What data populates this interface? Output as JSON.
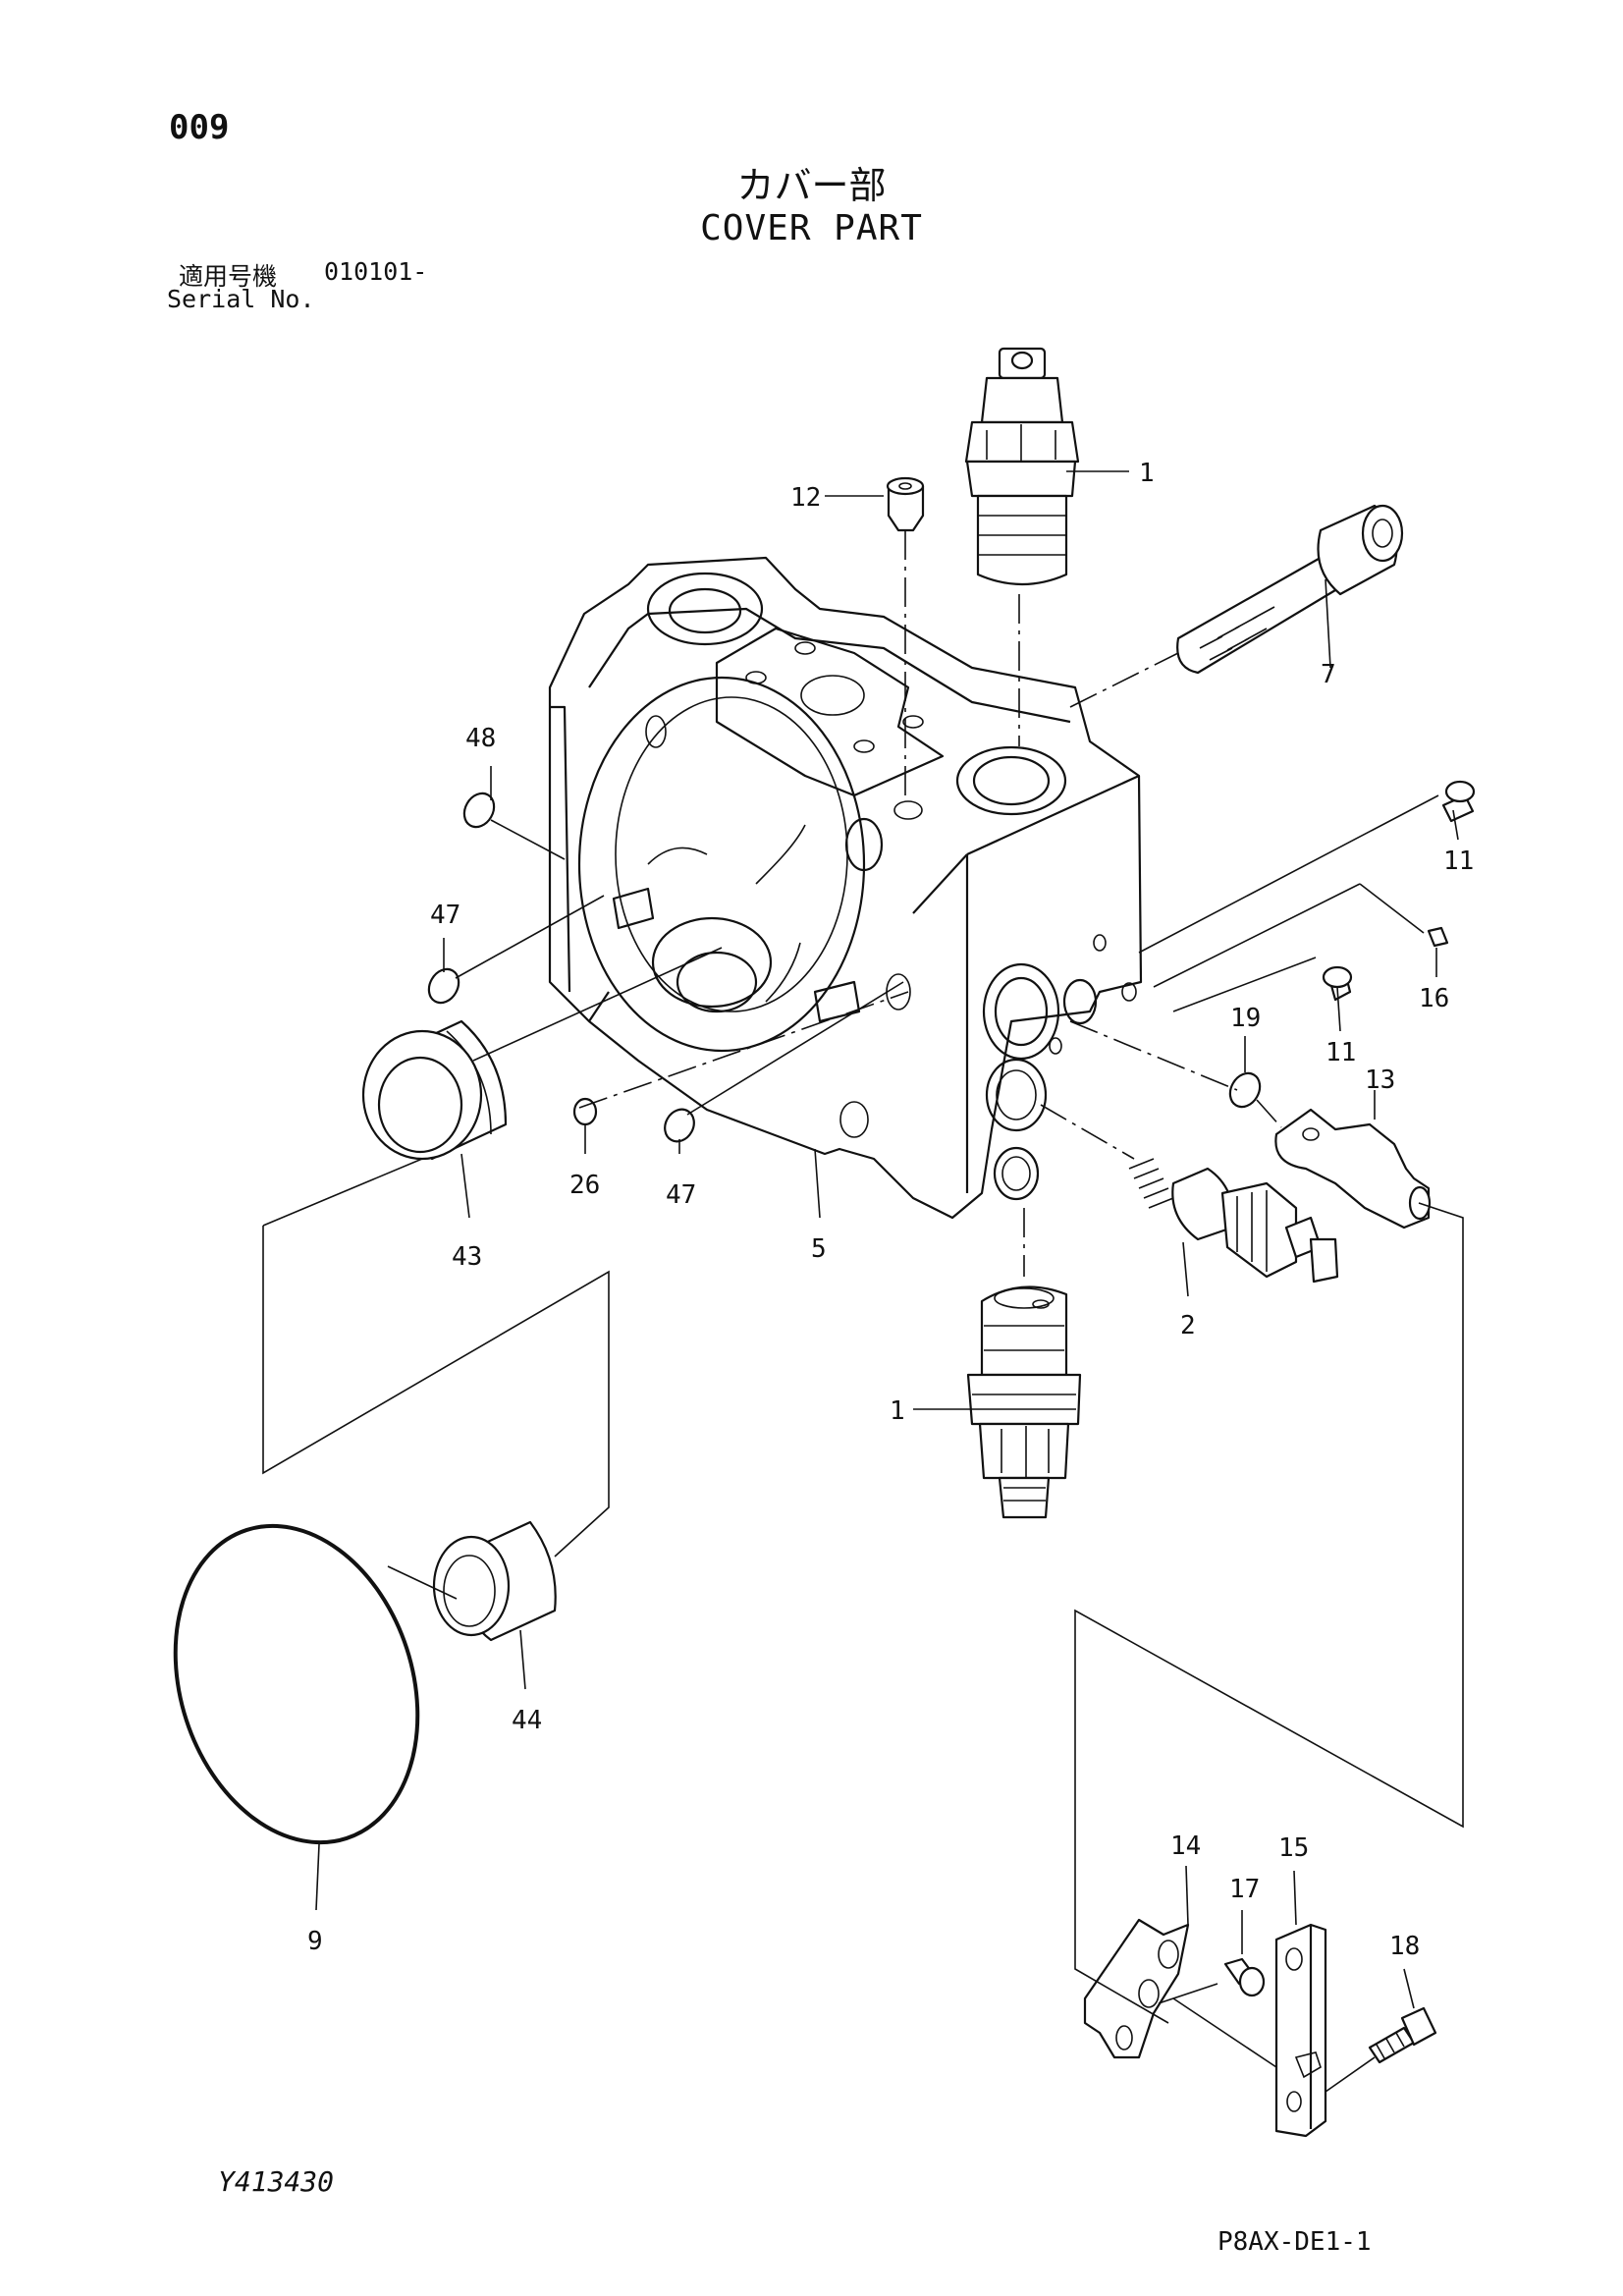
{
  "header": {
    "page_number": "009",
    "title_jp": "カバー部",
    "title_en": "COVER PART",
    "serial_label_jp": "適用号機",
    "serial_value": "010101-",
    "serial_label_en": "Serial No."
  },
  "footer": {
    "drawing_code": "Y413430",
    "sheet_code": "P8AX-DE1-1"
  },
  "callouts": {
    "c1_top": "1",
    "c1_bottom": "1",
    "c2": "2",
    "c5": "5",
    "c7": "7",
    "c9": "9",
    "c11_top": "11",
    "c11_mid": "11",
    "c12": "12",
    "c13": "13",
    "c14": "14",
    "c15": "15",
    "c16": "16",
    "c17": "17",
    "c18": "18",
    "c19": "19",
    "c26": "26",
    "c43": "43",
    "c44": "44",
    "c47_left": "47",
    "c47_right": "47",
    "c48": "48"
  }
}
